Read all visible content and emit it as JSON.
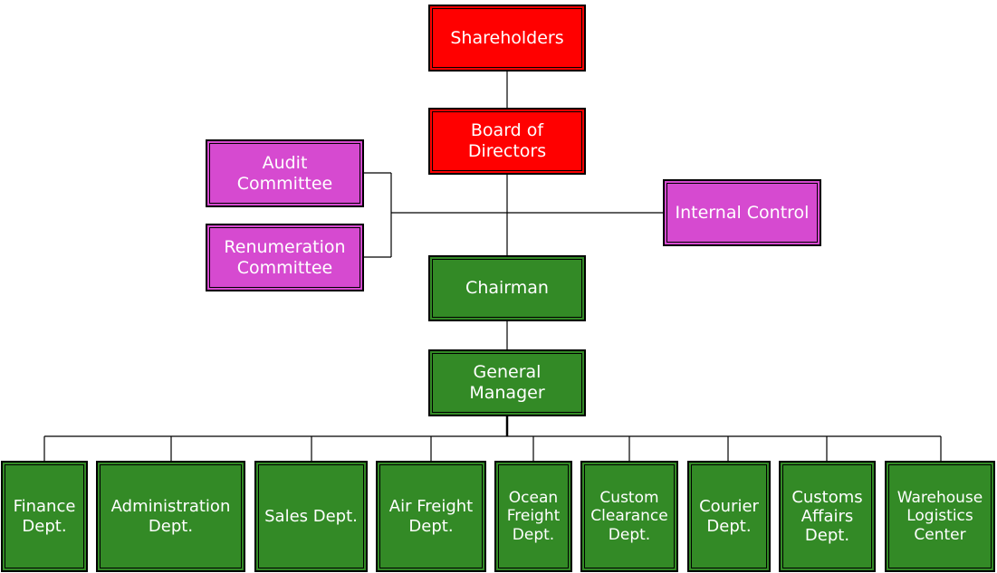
{
  "colors": {
    "top": "#ff0000",
    "committee": "#d64ad0",
    "management": "#338a26",
    "line": "#000000"
  },
  "nodes": {
    "shareholders": "Shareholders",
    "board": "Board of\nDirectors",
    "audit": "Audit\nCommittee",
    "renumeration": "Renumeration\nCommittee",
    "internal_control": "Internal Control",
    "chairman": "Chairman",
    "general_manager": "General\nManager"
  },
  "departments": [
    "Finance\nDept.",
    "Administration\nDept.",
    "Sales Dept.",
    "Air Freight\nDept.",
    "Ocean\nFreight\nDept.",
    "Custom\nClearance\nDept.",
    "Courier\nDept.",
    "Customs\nAffairs\nDept.",
    "Warehouse\nLogistics\nCenter"
  ]
}
